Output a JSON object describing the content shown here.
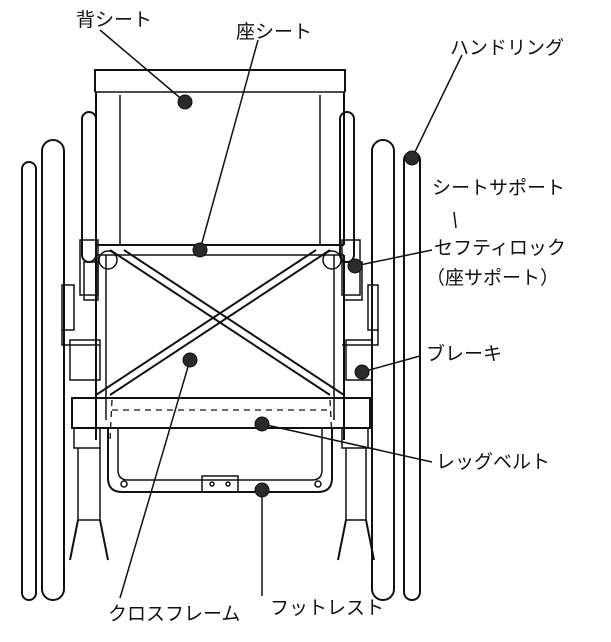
{
  "diagram": {
    "labels": {
      "back_seat": "背シート",
      "seat": "座シート",
      "hand_rim": "ハンドリング",
      "seat_support": "シートサポート",
      "safety_lock": "セフティロック",
      "safety_lock_sub": "（座サポート）",
      "brake": "ブレーキ",
      "leg_belt": "レッグベルト",
      "cross_frame": "クロスフレーム",
      "footrest": "フットレスト"
    }
  }
}
